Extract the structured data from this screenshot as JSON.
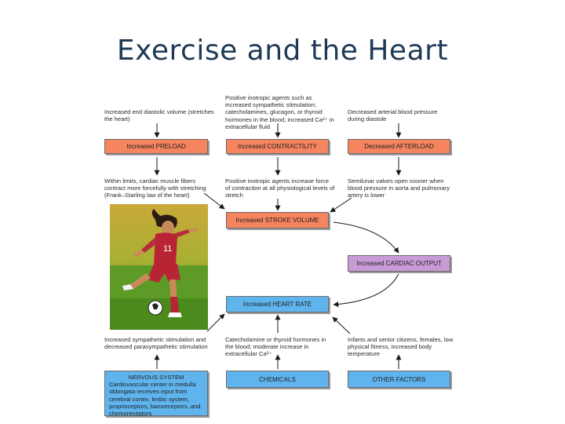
{
  "title": "Exercise and the Heart",
  "notes": {
    "preload_cause": "Increased end diastolic volume (stretches the heart)",
    "contractility_cause": "Positive inotropic agents such as increased sympathetic stimulation; catecholamines, glucagon, or thyroid hormones in the blood; increased Ca²⁺ in extracellular fluid",
    "afterload_cause": "Decreased arterial blood pressure during diastole",
    "preload_effect": "Within limits, cardiac muscle fibers contract more forcefully with stretching (Frank–Starling law of the heart)",
    "contractility_effect": "Positive inotropic agents increase force of contraction at all physiological levels of stretch",
    "afterload_effect": "Semilunar valves open sooner when blood pressure in aorta and pulmonary artery is lower",
    "nervous_effect": "Increased sympathetic stimulation and decreased parasympathetic stimulation",
    "chemicals_effect": "Catecholamine or thyroid hormones in the blood; moderate increase in extracellular Ca²⁺",
    "other_effect": "Infants and senior citizens, females, low physical fitness, increased body temperature"
  },
  "boxes": {
    "preload": "Increased PRELOAD",
    "contractility": "Increased CONTRACTILITY",
    "afterload": "Decreased AFTERLOAD",
    "stroke_volume": "Increased STROKE VOLUME",
    "cardiac_output": "Increased CARDIAC OUTPUT",
    "heart_rate": "Increased HEART RATE",
    "nervous_title": "NERVOUS SYSTEM",
    "nervous_body": "Cardiovascular center in medulla oblongata receives input from cerebral cortex, limbic system, proprioceptors, baroreceptors, and chemoreceptors",
    "chemicals": "CHEMICALS",
    "other_factors": "OTHER FACTORS"
  },
  "photo": {
    "jersey_number": "11"
  },
  "colors": {
    "orange": "#f5845f",
    "purple": "#c99ad8",
    "blue": "#5fb4ee",
    "title": "#1f3a57"
  }
}
